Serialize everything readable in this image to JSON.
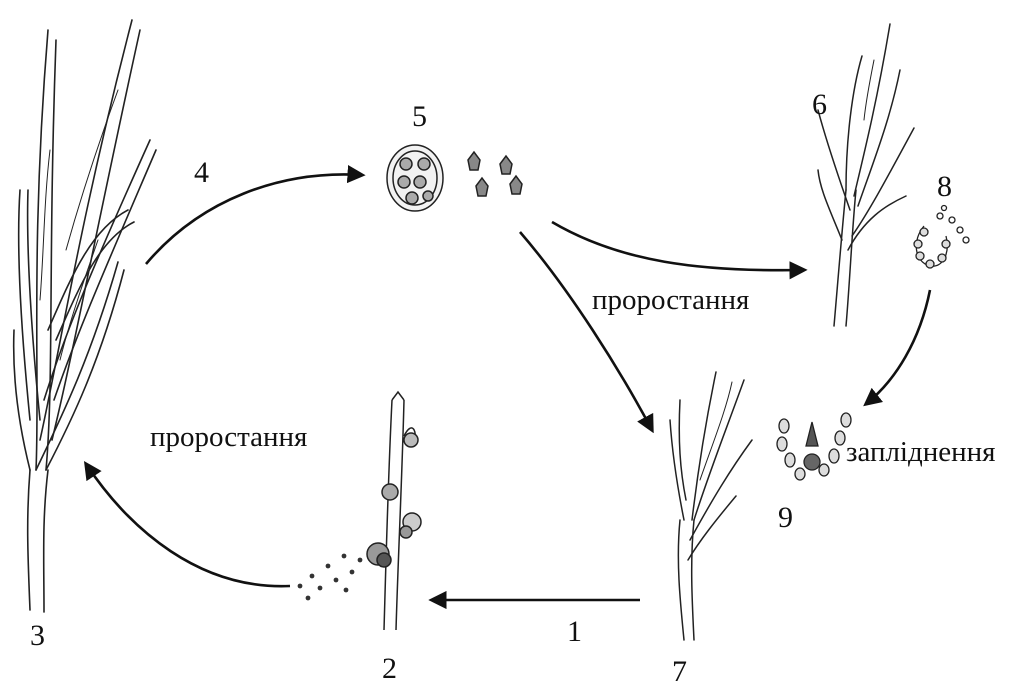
{
  "labels": {
    "n1": "1",
    "n2": "2",
    "n3": "3",
    "n4": "4",
    "n5": "5",
    "n6": "6",
    "n7": "7",
    "n8": "8",
    "n9": "9",
    "germination_left": "проростання",
    "germination_right": "проростання",
    "fertilization": "запліднення"
  }
}
